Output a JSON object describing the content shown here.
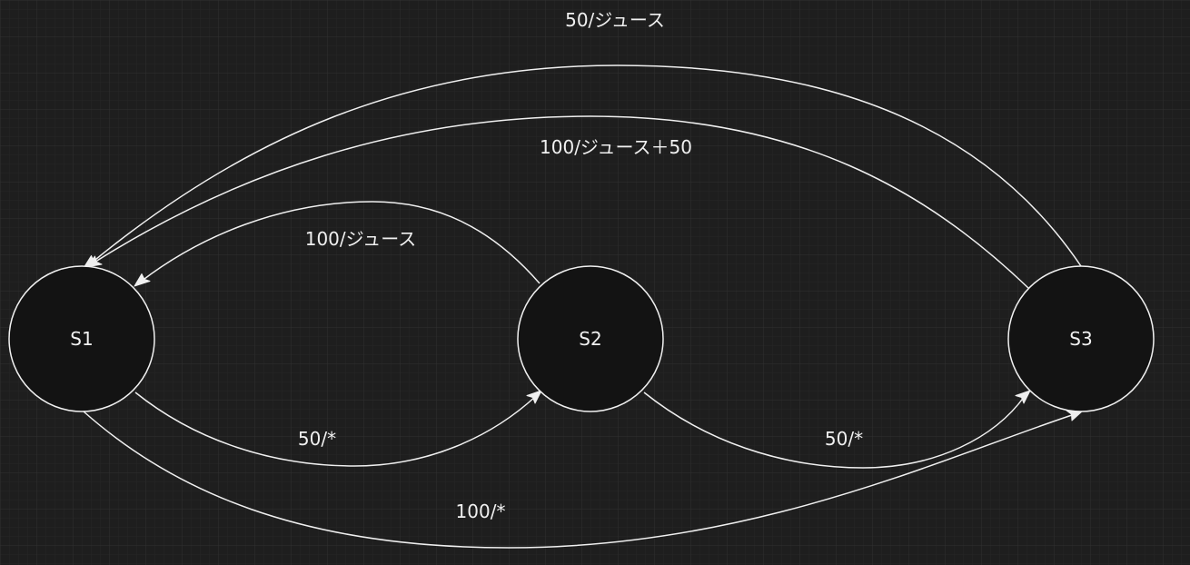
{
  "diagram": {
    "type": "state-transition",
    "nodes": [
      {
        "id": "s1",
        "label": "S1"
      },
      {
        "id": "s2",
        "label": "S2"
      },
      {
        "id": "s3",
        "label": "S3"
      }
    ],
    "edges": [
      {
        "id": "s3-to-s1-outer",
        "from": "s3",
        "to": "s1",
        "label": "50/ジュース"
      },
      {
        "id": "s3-to-s1-inner",
        "from": "s3",
        "to": "s1",
        "label": "100/ジュース＋50"
      },
      {
        "id": "s2-to-s1",
        "from": "s2",
        "to": "s1",
        "label": "100/ジュース"
      },
      {
        "id": "s1-to-s2",
        "from": "s1",
        "to": "s2",
        "label": "50/*"
      },
      {
        "id": "s2-to-s3",
        "from": "s2",
        "to": "s3",
        "label": "50/*"
      },
      {
        "id": "s1-to-s3",
        "from": "s1",
        "to": "s3",
        "label": "100/*"
      }
    ],
    "colors": {
      "background": "#1e1e1e",
      "grid_minor": "#2a2a2a",
      "grid_major": "#333333",
      "stroke": "#f0f0f0",
      "node_fill": "#131313",
      "text": "#f0f0f0"
    }
  }
}
